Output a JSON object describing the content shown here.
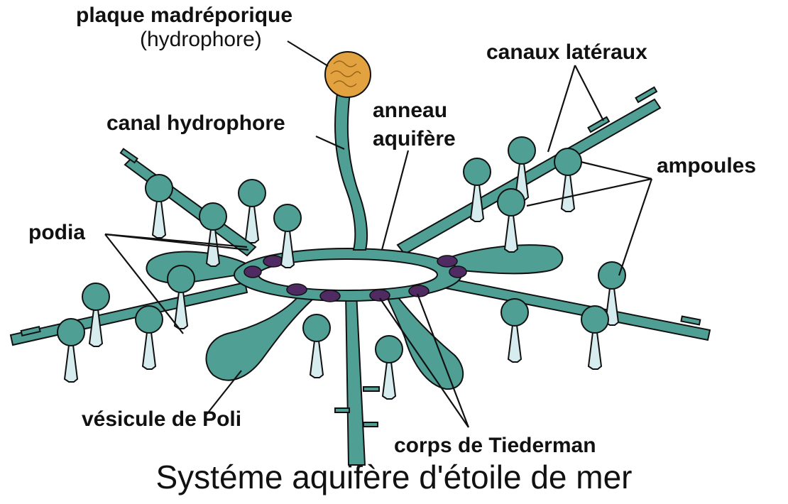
{
  "diagram": {
    "labels": {
      "madreporite": "plaque madréporique",
      "madreporite_sub": "(hydrophore)",
      "stone_canal": "canal hydrophore",
      "ring_canal_1": "anneau",
      "ring_canal_2": "aquifère",
      "lateral_canals": "canaux latéraux",
      "ampullae": "ampoules",
      "podia": "podia",
      "polian_vesicle": "vésicule de Poli",
      "tiedemann_bodies": "corps de Tiederman"
    },
    "caption": "Systéme aquifère d'étoile de mer",
    "colors": {
      "canal": "#4f9f95",
      "outline": "#111111",
      "madreporite": "#e2a23f",
      "tiedemann": "#4f2a63",
      "podia": "#d7ecee",
      "background": "#ffffff"
    }
  }
}
